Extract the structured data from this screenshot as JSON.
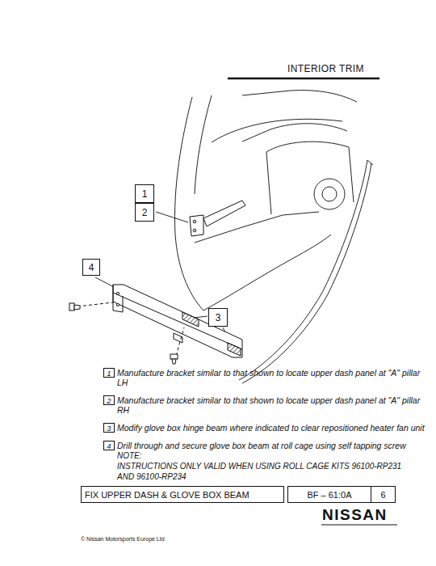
{
  "diagram": {
    "title": "INTERIOR TRIM",
    "nodes": [
      {
        "text": [
          "1"
        ]
      },
      {
        "text": [
          "2"
        ]
      },
      {
        "text": [
          "4"
        ]
      },
      {
        "text": [
          "3"
        ]
      },
      {
        "text": [
          "1"
        ]
      },
      {
        "text": [
          "2"
        ]
      },
      {
        "text": [
          "3"
        ]
      },
      {
        "text": [
          "4"
        ]
      },
      {
        "text": [
          "FIX UPPER DASH & GLOVE BOX BEAM"
        ]
      },
      {
        "text": [
          "BF – 61:0A"
        ]
      },
      {
        "text": [
          "6"
        ]
      }
    ],
    "labels": [
      "Manufacture bracket similar to that shown to locate upper dash panel at \"A\" pillar LH",
      "Manufacture bracket similar to that shown to locate upper dash panel at \"A\" pillar RH",
      "Modify glove box hinge beam where indicated to clear repositioned heater fan unit",
      "Drill through and secure glove box beam at roll cage using self tapping screw",
      "NOTE:",
      "INSTRUCTIONS ONLY VALID WHEN USING ROLL CAGE KITS 96100-RP231 AND 96100-RP234",
      "© Nissan Motorsports Europe Ltd",
      "NISSAN"
    ]
  }
}
